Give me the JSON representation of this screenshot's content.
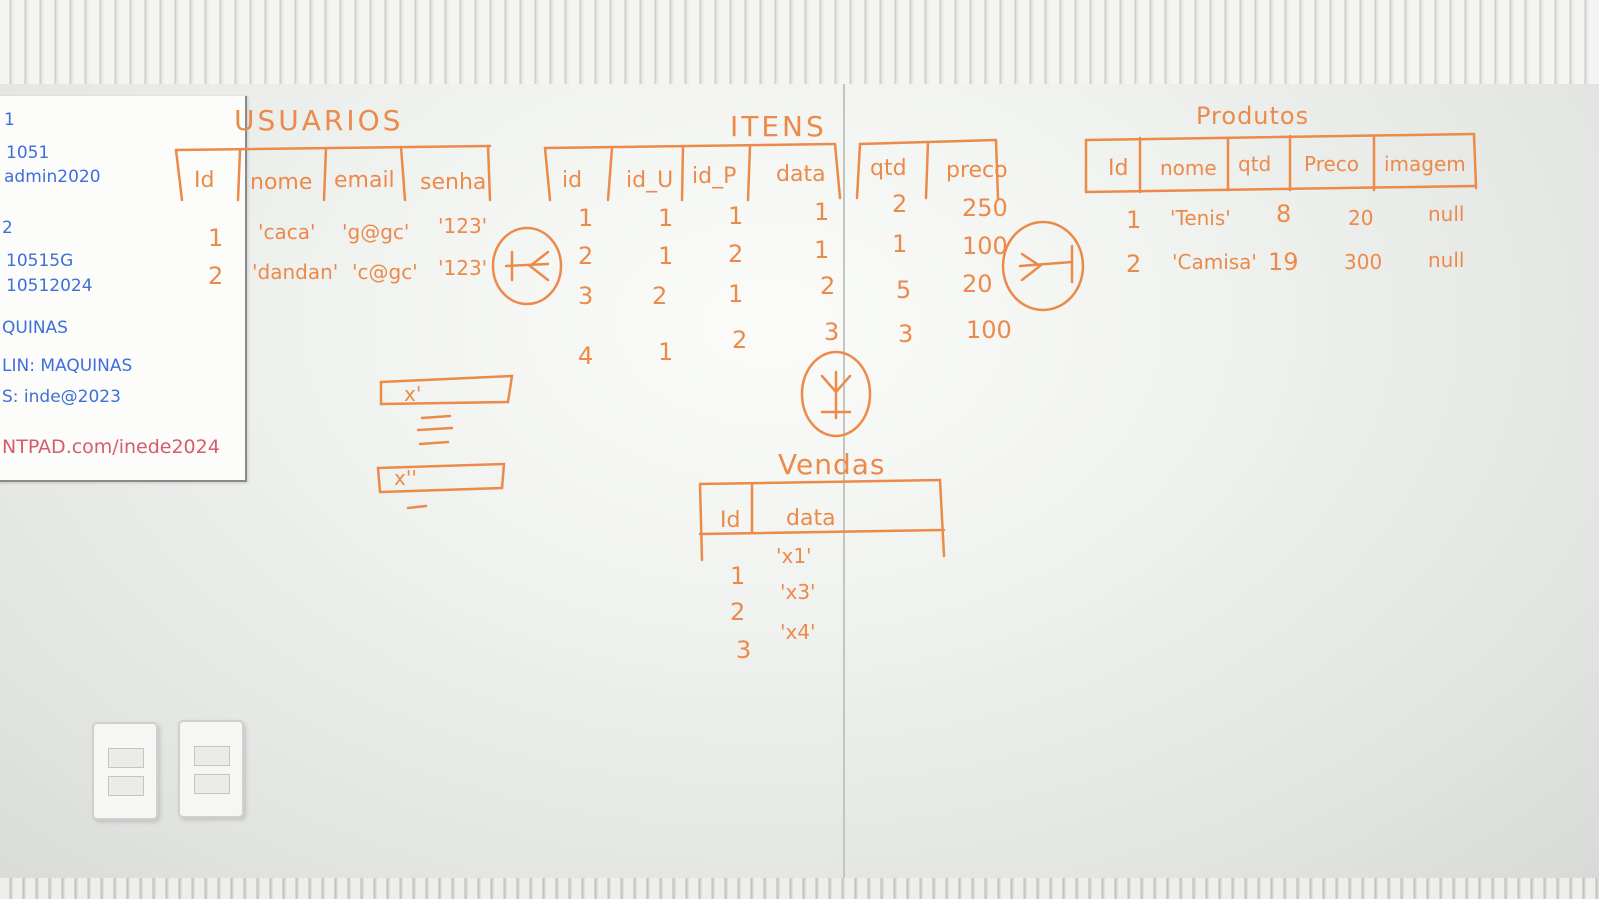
{
  "note": {
    "lines": [
      "1",
      "1051",
      "admin2020",
      "2",
      "10515G",
      "10512024",
      "QUINAS",
      "LIN: MAQUINAS",
      "S: inde@2023"
    ],
    "url": "NTPAD.com/inede2024"
  },
  "usuarios": {
    "title": "USUARIOS",
    "headers": [
      "Id",
      "nome",
      "email",
      "senha"
    ],
    "rows": [
      [
        "1",
        "'caca'",
        "'g@gc'",
        "'123'"
      ],
      [
        "2",
        "'dandan'",
        "'c@gc'",
        "'123'"
      ]
    ]
  },
  "itens": {
    "title": "ITENS",
    "headers": [
      "id",
      "id_U",
      "id_P",
      "data",
      "qtd",
      "preco"
    ],
    "rows": [
      [
        "1",
        "1",
        "1",
        "1",
        "2",
        "250"
      ],
      [
        "2",
        "1",
        "2",
        "1",
        "1",
        "100"
      ],
      [
        "3",
        "2",
        "1",
        "2",
        "5",
        "20"
      ],
      [
        "4",
        "1",
        "2",
        "3",
        "3",
        "100"
      ]
    ]
  },
  "produtos": {
    "title": "Produtos",
    "headers": [
      "Id",
      "nome",
      "qtd",
      "Preco",
      "imagem"
    ],
    "rows": [
      [
        "1",
        "'Tenis'",
        "8",
        "20",
        "null"
      ],
      [
        "2",
        "'Camisa'",
        "19",
        "300",
        "null"
      ]
    ]
  },
  "vendas": {
    "title": "Vendas",
    "headers": [
      "Id",
      "data"
    ],
    "rows": [
      [
        "1",
        "'x1'"
      ],
      [
        "2",
        "'x3'"
      ],
      [
        "3",
        "'x4'"
      ]
    ]
  },
  "sketch": {
    "label_1": "x'",
    "label_2": "x''"
  }
}
